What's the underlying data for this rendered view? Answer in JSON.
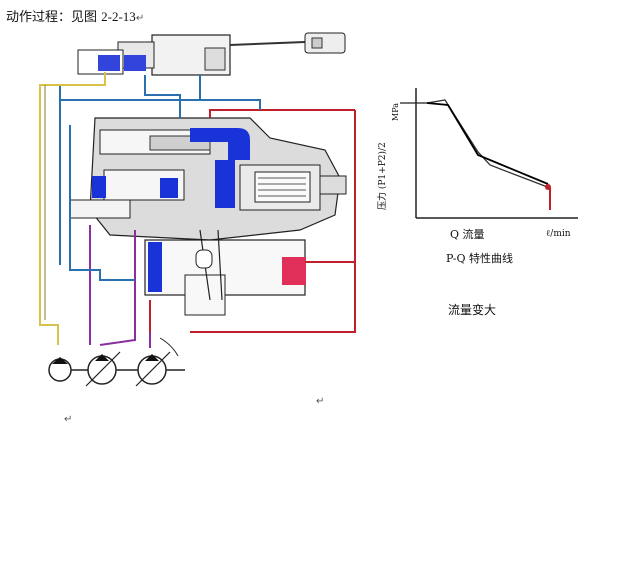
{
  "caption": {
    "text": "动作过程：见图 ",
    "figure_ref": "2-2-13",
    "return_mark": "↵"
  },
  "return_marks": [
    "↵",
    "↵"
  ],
  "chart_data": {
    "type": "line",
    "ylabel_top": "MPa",
    "ylabel": "压力 (P1+P2)/2",
    "xlabel": "Q 流量",
    "xunit": "ℓ/min",
    "caption": "P-Q 特性曲线",
    "note": "流量变大",
    "series": [
      {
        "name": "",
        "x": [
          0,
          0.2,
          0.6,
          1.0
        ],
        "y": [
          1.0,
          0.97,
          0.45,
          0.2
        ]
      }
    ]
  },
  "colors": {
    "blue_oil": "#1a33d9",
    "red_line": "#c0202a",
    "purple_line": "#8a2f9e",
    "yellow_line": "#d8c24a",
    "blue_line": "#2a6fb0",
    "red_block": "#e0305a"
  }
}
